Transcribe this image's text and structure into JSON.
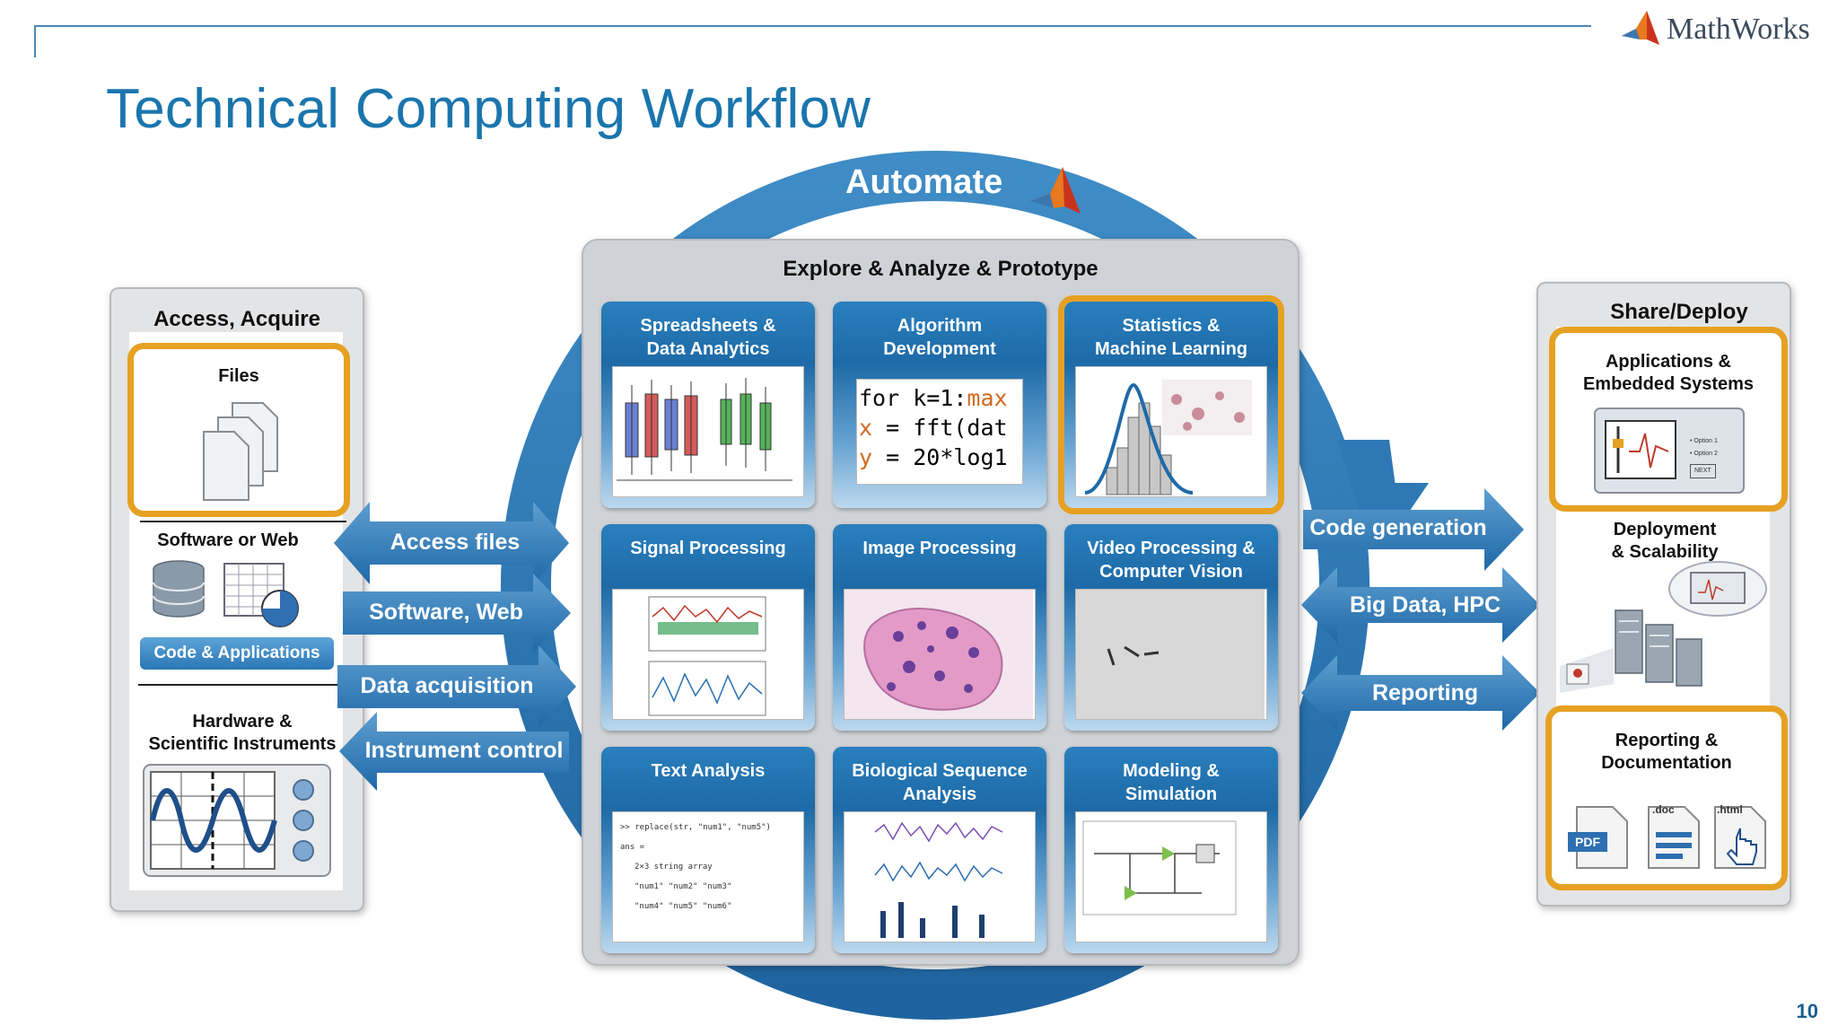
{
  "header": {
    "title": "Technical Computing Workflow",
    "logo": "MathWorks",
    "page_number": "10"
  },
  "cycle": {
    "label": "Automate"
  },
  "left_panel": {
    "title": "Access, Acquire",
    "files_label": "Files",
    "software_label": "Software or Web",
    "code_apps_label": "Code & Applications",
    "hardware_label": "Hardware &\nScientific Instruments"
  },
  "left_arrows": {
    "access_files": "Access files",
    "software_web": "Software, Web",
    "data_acquisition": "Data acquisition",
    "instrument_control": "Instrument control"
  },
  "center_panel": {
    "title": "Explore & Analyze & Prototype",
    "tiles": [
      {
        "label": "Spreadsheets &\nData Analytics"
      },
      {
        "label": "Algorithm\nDevelopment"
      },
      {
        "label": "Statistics &\nMachine Learning"
      },
      {
        "label": "Signal Processing"
      },
      {
        "label": "Image Processing"
      },
      {
        "label": "Video Processing &\nComputer Vision"
      },
      {
        "label": "Text Analysis"
      },
      {
        "label": "Biological Sequence\nAnalysis"
      },
      {
        "label": "Modeling &\nSimulation"
      }
    ],
    "code_lines": [
      {
        "kw": "for",
        "rest": " k=1:",
        "hl": "max"
      },
      {
        "kw": "x",
        "rest": " = fft(dat",
        "hl": ""
      },
      {
        "kw": "y",
        "rest": " = 20*log1",
        "hl": ""
      }
    ],
    "text_analysis_lines": [
      ">> replace(str, \"num1\", \"num5\")",
      "ans =",
      "2×3 string array",
      "\"num1\"    \"num2\"    \"num3\"",
      "\"num4\"    \"num5\"    \"num6\""
    ]
  },
  "right_arrows": {
    "code_generation": "Code generation",
    "big_data": "Big Data, HPC",
    "reporting": "Reporting"
  },
  "right_panel": {
    "title": "Share/Deploy",
    "apps_label": "Applications &\nEmbedded Systems",
    "deploy_label": "Deployment\n& Scalability",
    "report_label": "Reporting &\nDocumentation",
    "app_options": [
      "Option 1",
      "Option 2"
    ],
    "next_label": "NEXT",
    "doc_labels": [
      "PDF",
      ".doc",
      ".html"
    ]
  },
  "colors": {
    "accent": "#1a75ad",
    "highlight": "#e6a123",
    "ring": "#2d78b5",
    "tile": "#1d6aa7"
  }
}
